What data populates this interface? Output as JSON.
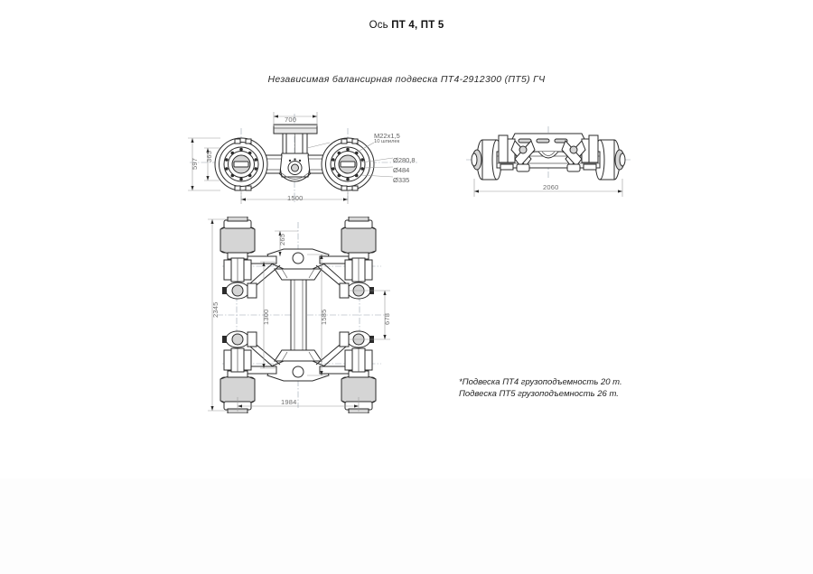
{
  "document": {
    "title_prefix": "Ось ",
    "title_bold": "ПТ 4, ПТ 5",
    "subtitle": "Независимая балансирная подвеска ПТ4-2912300 (ПТ5) ГЧ"
  },
  "notes": {
    "line1": "*Подвеска ПТ4 грузоподъемность 20 т.",
    "line2": "Подвеска ПТ5 грузоподъемность 26 т."
  },
  "views": {
    "front": {
      "name": "front-view",
      "dimensions": {
        "top_width": "700",
        "overall_width": "1500",
        "height_outer": "597",
        "height_inner": "365"
      },
      "callouts": {
        "stud_thread": "M22x1,5",
        "stud_count": "10 шпилек",
        "d1": "Ø280,8",
        "d2": "Ø484",
        "d3": "Ø335"
      }
    },
    "side": {
      "name": "side-view",
      "dimensions": {
        "overall_width": "2060"
      }
    },
    "plan": {
      "name": "plan-view",
      "dimensions": {
        "track_offset": "265",
        "span_left": "1300",
        "span_right": "1585",
        "arm_right": "678",
        "overall_length": "2345",
        "overall_width": "1984"
      }
    }
  },
  "colors": {
    "line": "#2b2b2b",
    "dimension": "#9a9a9a",
    "dimension_text": "#6d6d6d",
    "centerline": "#9aa3b0",
    "background": "#ffffff"
  }
}
